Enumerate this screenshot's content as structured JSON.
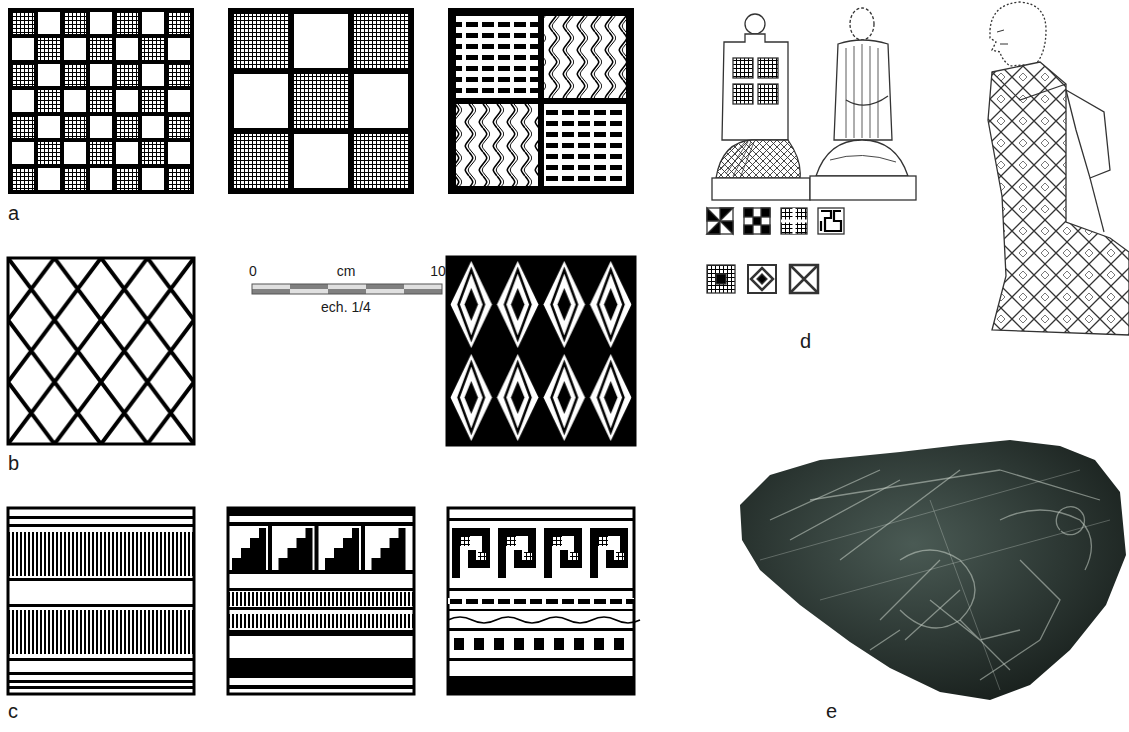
{
  "diagram": {
    "labels": [
      "a",
      "b",
      "c",
      "d",
      "e",
      "0",
      "cm",
      "10",
      "ech. 1/4"
    ]
  }
}
